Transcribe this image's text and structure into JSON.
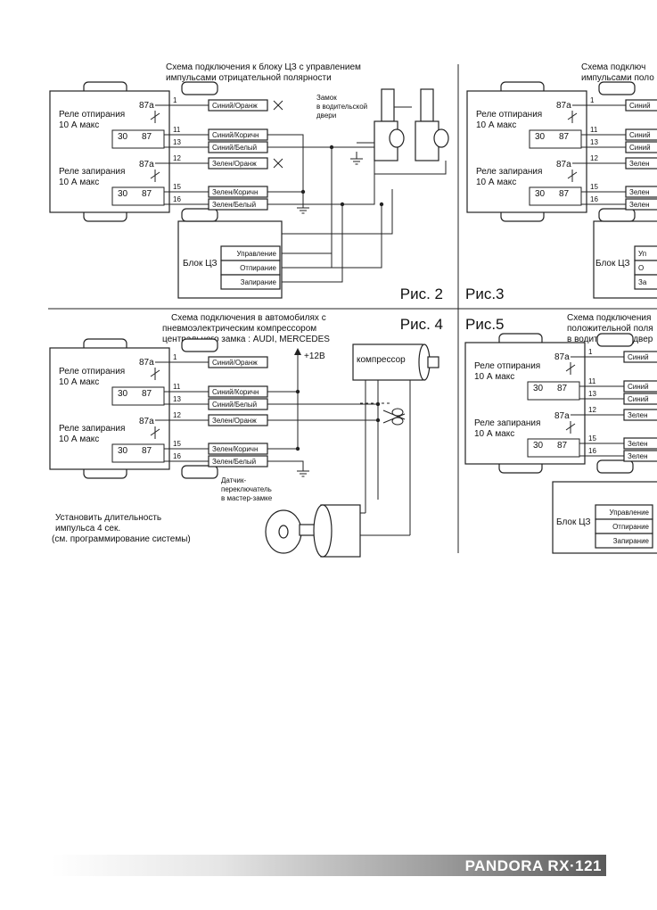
{
  "panels": {
    "fig2": {
      "title_l1": "Схема подключения к блоку ЦЗ с управлением",
      "title_l2": "импульсами отрицательной полярности",
      "figure_label": "Рис. 2",
      "lock_l1": "Замок",
      "lock_l2": "в водительской",
      "lock_l3": "двери",
      "cz_block": "Блок ЦЗ",
      "cz_rows": [
        "Управление",
        "Отпирание",
        "Запирание"
      ]
    },
    "fig3": {
      "title_l1": "Схема подключ",
      "title_l2": "импульсами поло",
      "figure_label": "Рис.3",
      "cz_block": "Блок ЦЗ",
      "cz_rows": [
        "Уп",
        "О",
        "За"
      ]
    },
    "fig4": {
      "title_l1": "Схема подключения в автомобилях с",
      "title_l2": "пневмоэлектрическим компрессором",
      "title_l3": "центрального замка : AUDI, MERCEDES",
      "figure_label": "Рис. 4",
      "plus12v": "+12В",
      "compressor": "компрессор",
      "sensor_l1": "Датчик-",
      "sensor_l2": "переключатель",
      "sensor_l3": "в мастер-замке",
      "note_l1": "Установить длительность",
      "note_l2": "импульса 4 сек.",
      "note_l3": "(см. программирование системы)"
    },
    "fig5": {
      "title_l1": "Схема подключения",
      "title_l2": "положительной поля",
      "title_l3": "в водительской двер",
      "figure_label": "Рис.5",
      "cz_block": "Блок ЦЗ",
      "cz_rows": [
        "Управление",
        "Отпирание",
        "Запирание"
      ]
    }
  },
  "relay": {
    "unlock_l1": "Реле отпирания",
    "unlock_l2": "10 А макс",
    "lock_l1": "Реле запирания",
    "lock_l2": "10 А макс",
    "pin_87a": "87а",
    "pin_30": "30",
    "pin_87": "87"
  },
  "pins": [
    "1",
    "11",
    "13",
    "12",
    "15",
    "16"
  ],
  "wires": [
    "Синий/Оранж",
    "Синий/Коричн",
    "Синий/Белый",
    "Зелен/Оранж",
    "Зелен/Коричн",
    "Зелен/Белый"
  ],
  "wires_cut": [
    "Синий",
    "Синий",
    "Синий",
    "Зелен",
    "Зелен",
    "Зелен"
  ],
  "footer": {
    "brand": "PANDORA RX·121"
  }
}
